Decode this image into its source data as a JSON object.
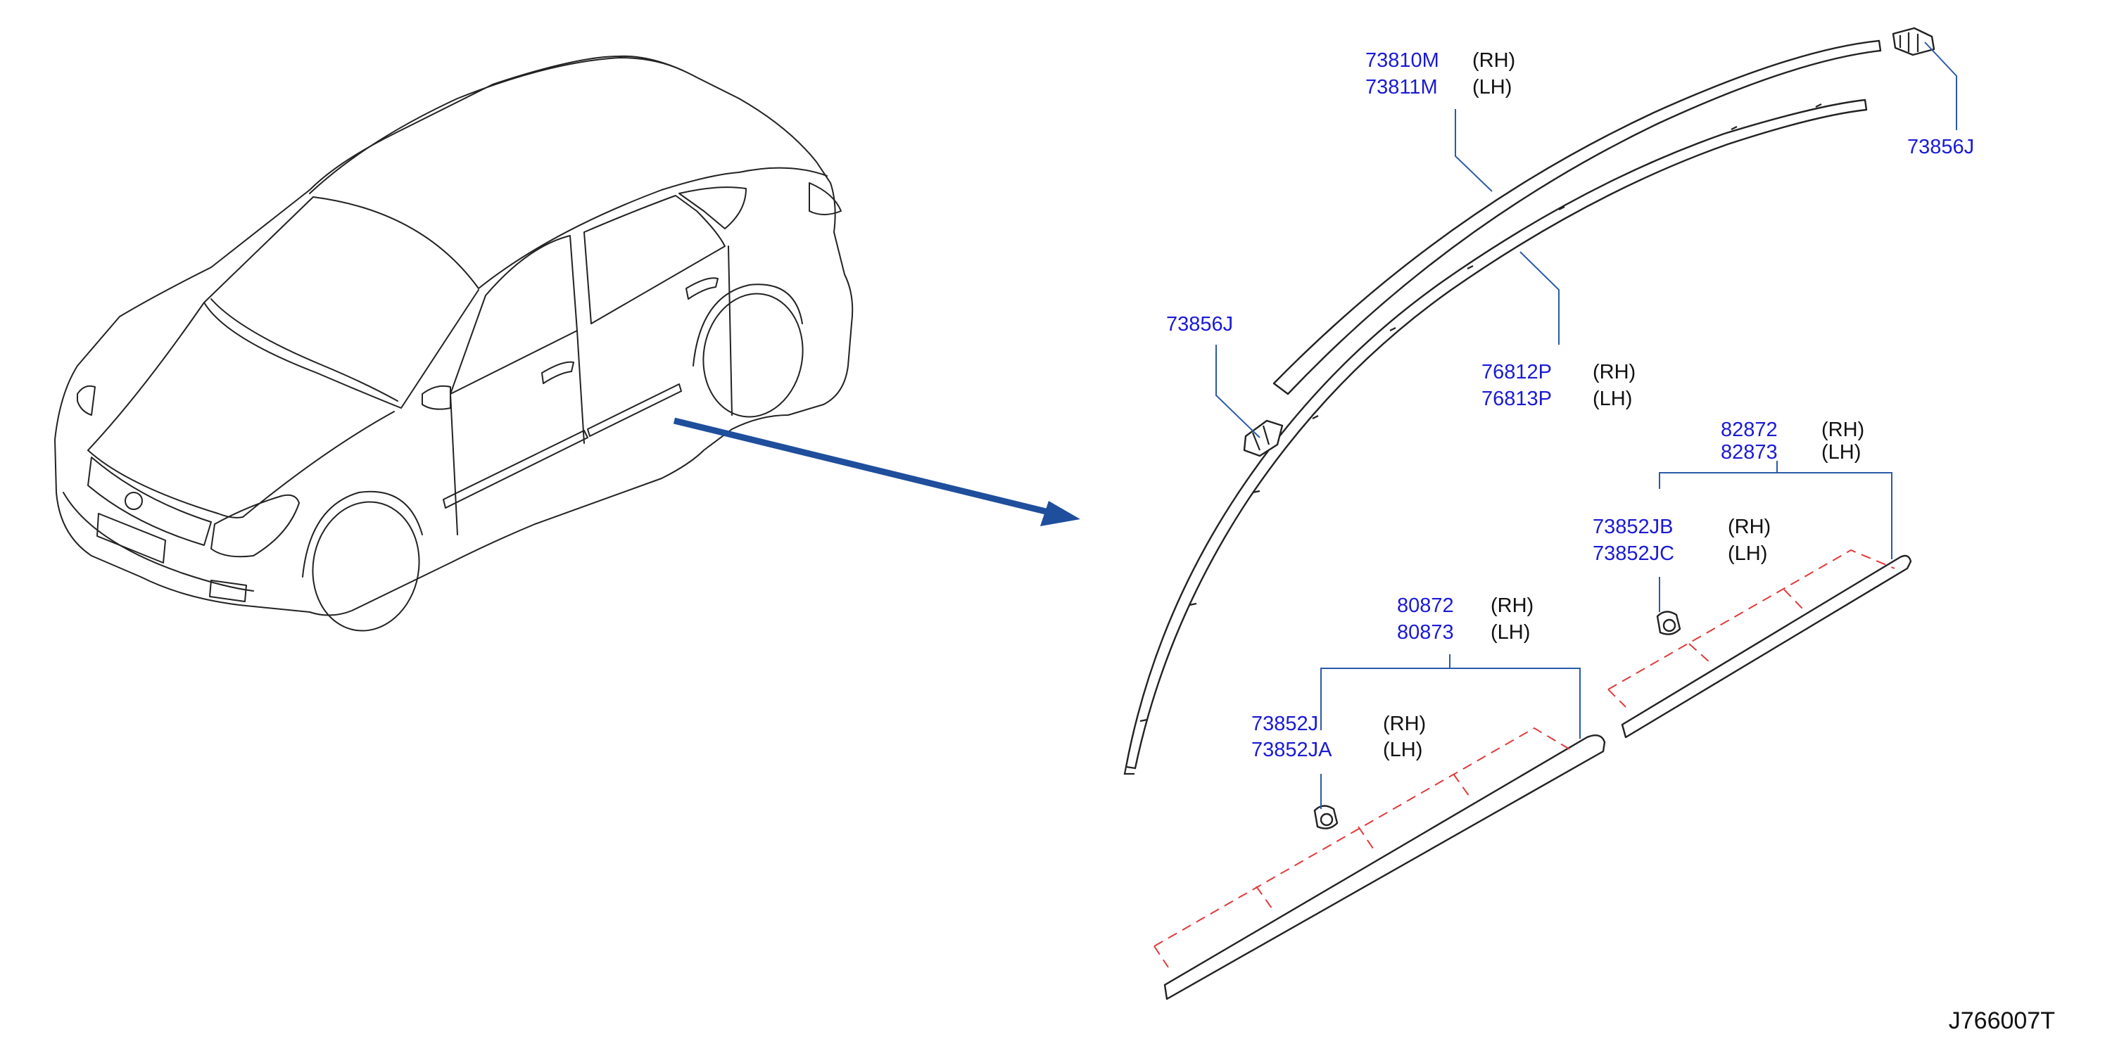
{
  "diagram_code": "J766007T",
  "arrow_color": "#1f4e9c",
  "leader_color": "#2a5aa8",
  "part_number_color": "#1a1ad6",
  "dash_color": "#e03a3a",
  "callouts": [
    {
      "id": "roof_molding",
      "parts": [
        {
          "number": "73810M",
          "side": "(RH)"
        },
        {
          "number": "73811M",
          "side": "(LH)"
        }
      ]
    },
    {
      "id": "clip_top",
      "parts": [
        {
          "number": "73856J",
          "side": ""
        }
      ]
    },
    {
      "id": "clip_left",
      "parts": [
        {
          "number": "73856J",
          "side": ""
        }
      ]
    },
    {
      "id": "drip_seal",
      "parts": [
        {
          "number": "76812P",
          "side": "(RH)"
        },
        {
          "number": "76813P",
          "side": "(LH)"
        }
      ]
    },
    {
      "id": "rear_door_molding",
      "parts": [
        {
          "number": "82872",
          "side": "(RH)"
        },
        {
          "number": "82873",
          "side": "(LH)"
        }
      ]
    },
    {
      "id": "rear_clip",
      "parts": [
        {
          "number": "73852JB",
          "side": "(RH)"
        },
        {
          "number": "73852JC",
          "side": "(LH)"
        }
      ]
    },
    {
      "id": "front_door_molding",
      "parts": [
        {
          "number": "80872",
          "side": "(RH)"
        },
        {
          "number": "80873",
          "side": "(LH)"
        }
      ]
    },
    {
      "id": "front_clip",
      "parts": [
        {
          "number": "73852J",
          "side": "(RH)"
        },
        {
          "number": "73852JA",
          "side": "(LH)"
        }
      ]
    }
  ]
}
